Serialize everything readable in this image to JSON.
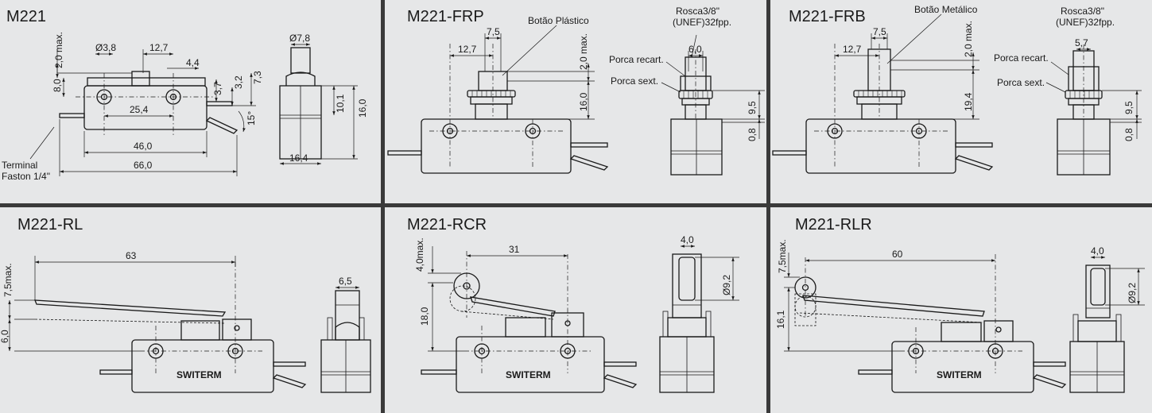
{
  "colors": {
    "background": "#e6e7e8",
    "separator": "#3a3a3a",
    "ink": "#1a1a1a"
  },
  "panels": [
    {
      "id": "m221",
      "title": "M221",
      "dims": [
        "2,0 max.",
        "Ø3,8",
        "12,7",
        "4,4",
        "8,0",
        "3,7",
        "3,2",
        "7,3",
        "25,4",
        "15°",
        "46,0",
        "66,0",
        "Ø7,8",
        "10,1",
        "16,0",
        "16,4"
      ],
      "notes": [
        "Terminal",
        "Faston 1/4\""
      ]
    },
    {
      "id": "m221-frp",
      "title": "M221-FRP",
      "dims": [
        "7,5",
        "12,7",
        "2,0 max.",
        "16,0",
        "6,0",
        "9,5",
        "0,8"
      ],
      "notes": [
        "Botão Plástico",
        "Rosca3/8\"",
        "(UNEF)32fpp.",
        "Porca recart.",
        "Porca sext."
      ]
    },
    {
      "id": "m221-frb",
      "title": "M221-FRB",
      "dims": [
        "7,5",
        "12,7",
        "2,0 max.",
        "19,4",
        "5,7",
        "9,5",
        "0,8"
      ],
      "notes": [
        "Botão Metálico",
        "Rosca3/8\"",
        "(UNEF)32fpp.",
        "Porca recart.",
        "Porca sext."
      ]
    },
    {
      "id": "m221-rl",
      "title": "M221-RL",
      "dims": [
        "63",
        "7,5max.",
        "6,0",
        "6,5"
      ],
      "brand": "SWITERM"
    },
    {
      "id": "m221-rcr",
      "title": "M221-RCR",
      "dims": [
        "31",
        "4,0max.",
        "18,0",
        "4,0",
        "Ø9,2"
      ],
      "brand": "SWITERM"
    },
    {
      "id": "m221-rlr",
      "title": "M221-RLR",
      "dims": [
        "60",
        "7,5max.",
        "16,1",
        "4,0",
        "Ø9,2"
      ],
      "brand": "SWITERM"
    }
  ]
}
